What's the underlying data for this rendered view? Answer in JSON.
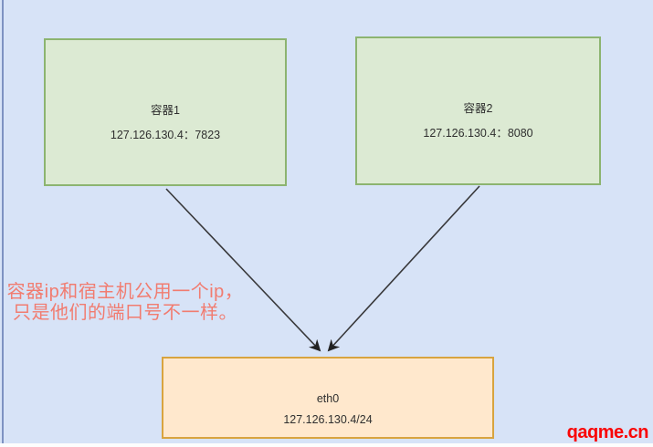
{
  "canvas": {
    "background_color": "#d7e3f7",
    "left_edge_color": "#7e92c2",
    "bottom_strip_color": "#fdfdfd"
  },
  "nodes": {
    "container1": {
      "title": "容器1",
      "address": "127.126.130.4：7823",
      "fill": "#dcead3",
      "border": "#8cb470"
    },
    "container2": {
      "title": "容器2",
      "address": "127.126.130.4：8080",
      "fill": "#dcead3",
      "border": "#8cb470"
    },
    "eth0": {
      "title": "eth0",
      "address": "127.126.130.4/24",
      "fill": "#ffe8cd",
      "border": "#d8a43f"
    }
  },
  "edges": {
    "color": "#38383a",
    "list": [
      {
        "from": "container1",
        "to": "eth0"
      },
      {
        "from": "container2",
        "to": "eth0"
      }
    ]
  },
  "annotation": {
    "line1": "容器ip和宿主机公用一个ip，",
    "line2": "只是他们的端口号不一样。",
    "color": "#f17c70"
  },
  "watermark": {
    "text": "qaqme.cn",
    "color": "#f90606"
  }
}
